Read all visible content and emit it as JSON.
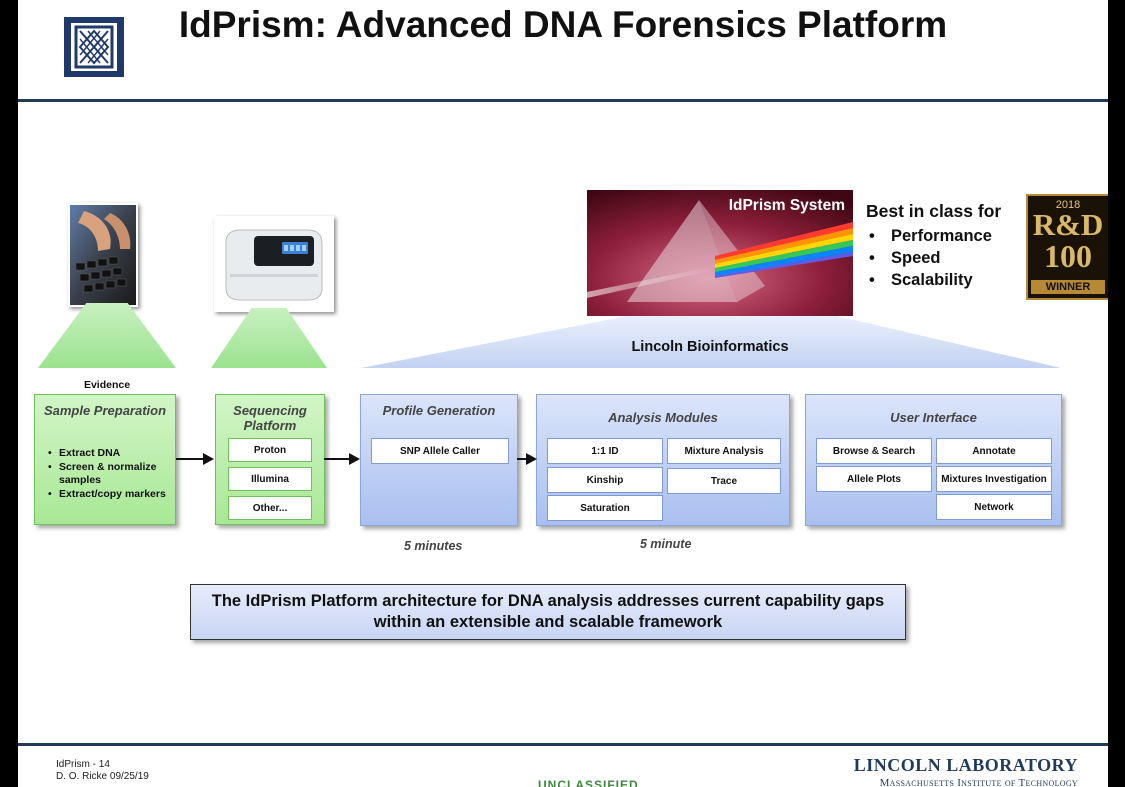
{
  "title": "IdPrism: Advanced DNA Forensics Platform",
  "system_image_label": "IdPrism System",
  "best_in_class": {
    "heading": "Best in class for",
    "items": [
      "Performance",
      "Speed",
      "Scalability"
    ]
  },
  "award": {
    "year": "2018",
    "line1": "R&D",
    "line2": "100",
    "line3": "WINNER"
  },
  "bioinformatics_label": "Lincoln Bioinformatics",
  "evidence_label": "Evidence",
  "sample_preparation": {
    "title": "Sample Preparation",
    "items": [
      "Extract DNA",
      "Screen & normalize samples",
      "Extract/copy markers"
    ]
  },
  "sequencing_platform": {
    "title": "Sequencing Platform",
    "items": [
      "Proton",
      "Illumina",
      "Other..."
    ]
  },
  "profile_generation": {
    "title": "Profile Generation",
    "items": [
      "SNP Allele Caller"
    ]
  },
  "analysis_modules": {
    "title": "Analysis Modules",
    "items": [
      "1:1 ID",
      "Mixture Analysis",
      "Kinship",
      "Trace",
      "Saturation"
    ]
  },
  "user_interface": {
    "title": "User Interface",
    "items": [
      "Browse & Search",
      "Annotate",
      "Allele Plots",
      "Mixtures Investigation",
      "Network"
    ]
  },
  "times": {
    "profile": "5 minutes",
    "analysis": "5 minute"
  },
  "summary": "The IdPrism Platform architecture for DNA analysis addresses current capability gaps within an extensible and scalable framework",
  "footer": {
    "slide_ref": "IdPrism - 14",
    "author_date": "D. O. Ricke  09/25/19",
    "classification": "UNCLASSIFIED",
    "org_name": "LINCOLN LABORATORY",
    "org_sub": "Massachusetts Institute of Technology"
  },
  "colors": {
    "rule": "#1f3a5a",
    "green_box": "#a8e895",
    "blue_box": "#a9bff0",
    "prism_bg": "#5a0f1d",
    "award_gold": "#b68a34"
  },
  "icons": [
    "mit-ll-logo-icon",
    "keyboard-photo",
    "sequencer-photo",
    "prism-image",
    "arrow-right-icon"
  ]
}
